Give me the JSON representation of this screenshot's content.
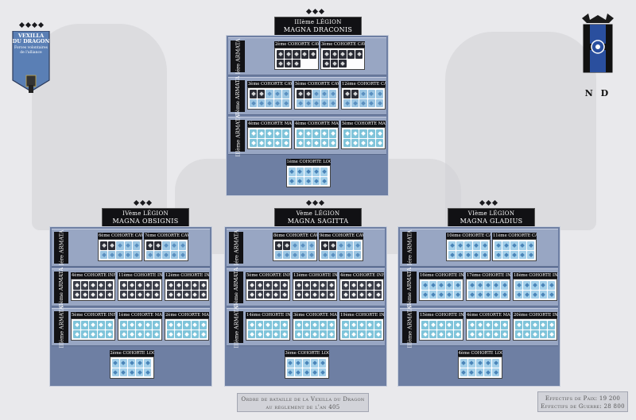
{
  "header_left": {
    "title_line1": "VEXILLA",
    "title_line2": "DU DRAGON",
    "subtitle_line1": "Forces volontaires",
    "subtitle_line2": "de l'alliance"
  },
  "header_right": {
    "logo_text": "N D"
  },
  "legions": [
    {
      "number": "III",
      "sup": "ème",
      "label_suffix": " LÉGION",
      "name": "MAGNA DRACONIS",
      "armatae": [
        {
          "label": "Iére ARMATA",
          "cohorts": [
            {
              "n": "2",
              "title": "COHORTE CAVALERIE DRAKAIRE",
              "kind": "cav"
            },
            {
              "n": "3",
              "title": "COHORTE CAVALERIE DRAKAIRE",
              "kind": "cav"
            }
          ]
        },
        {
          "label": "IIème ARMATA",
          "cohorts": [
            {
              "n": "3",
              "title": "COHORTE CAVALERIE",
              "kind": "cavmix"
            },
            {
              "n": "5",
              "title": "COHORTE CAVALERIE",
              "kind": "cavmix"
            },
            {
              "n": "12",
              "title": "COHORTE CAVALERIE",
              "kind": "cavmix"
            }
          ]
        },
        {
          "label": "IIIème ARMATA",
          "cohorts": [
            {
              "n": "4",
              "title": "COHORTE MAGUS MONTE",
              "kind": "mag"
            },
            {
              "n": "4",
              "title": "COHORTE MAGUS MONTE",
              "kind": "mag"
            },
            {
              "n": "5",
              "title": "COHORTE MAGUS MONTE",
              "kind": "mag"
            }
          ]
        }
      ],
      "logistics": {
        "n": "1",
        "title": "COHORTE LOGISTIQUE"
      }
    },
    {
      "number": "IV",
      "sup": "ème",
      "label_suffix": " LÉGION",
      "name": "MAGNA OBSIGNIS",
      "armatae": [
        {
          "label": "Iére ARMATA",
          "cohorts": [
            {
              "n": "6",
              "title": "COHORTE CAVALERIE",
              "kind": "cavmix"
            },
            {
              "n": "7",
              "title": "COHORTE CAVALERIE",
              "kind": "cavmix"
            }
          ]
        },
        {
          "label": "IIème ARMATA",
          "cohorts": [
            {
              "n": "4",
              "title": "COHORTE INFANTERIE",
              "kind": "inf"
            },
            {
              "n": "11",
              "title": "COHORTE INFANTERIE",
              "kind": "inf"
            },
            {
              "n": "12",
              "title": "COHORTE INFANTERIE",
              "kind": "inf"
            }
          ]
        },
        {
          "label": "IIIème ARMATA",
          "cohorts": [
            {
              "n": "5",
              "title": "COHORTE INFANTERIE",
              "kind": "mag"
            },
            {
              "n": "1",
              "title": "COHORTE MAGUS",
              "kind": "mag"
            },
            {
              "n": "2",
              "title": "COHORTE MAGUS",
              "kind": "mag"
            }
          ]
        }
      ],
      "logistics": {
        "n": "2",
        "title": "COHORTE LOGISTIQUE"
      }
    },
    {
      "number": "V",
      "sup": "ème",
      "label_suffix": " LÉGION",
      "name": "MAGNA SAGITTA",
      "armatae": [
        {
          "label": "Iére ARMATA",
          "cohorts": [
            {
              "n": "8",
              "title": "COHORTE CAVALERIE",
              "kind": "cavmix"
            },
            {
              "n": "9",
              "title": "COHORTE CAVALERIE",
              "kind": "cavmix"
            }
          ]
        },
        {
          "label": "IIème ARMATA",
          "cohorts": [
            {
              "n": "5",
              "title": "COHORTE INFANTERIE",
              "kind": "inf"
            },
            {
              "n": "13",
              "title": "COHORTE INFANTERIE",
              "kind": "inf"
            },
            {
              "n": "4",
              "title": "COHORTE INFANTERIE",
              "kind": "inf"
            }
          ]
        },
        {
          "label": "IIIème ARMATA",
          "cohorts": [
            {
              "n": "14",
              "title": "COHORTE INFANTERIE",
              "kind": "mag"
            },
            {
              "n": "3",
              "title": "COHORTE MAGUS",
              "kind": "mag"
            },
            {
              "n": "19",
              "title": "COHORTE INFANTERIE",
              "kind": "mag"
            }
          ]
        }
      ],
      "logistics": {
        "n": "3",
        "title": "COHORTE LOGISTIQUE"
      }
    },
    {
      "number": "VI",
      "sup": "ème",
      "label_suffix": " LÉGION",
      "name": "MAGNA GLADIUS",
      "armatae": [
        {
          "label": "Iére ARMATA",
          "cohorts": [
            {
              "n": "10",
              "title": "COHORTE CAVALERIE",
              "kind": "light"
            },
            {
              "n": "11",
              "title": "COHORTE CAVALERIE",
              "kind": "light"
            }
          ]
        },
        {
          "label": "IIème ARMATA",
          "cohorts": [
            {
              "n": "16",
              "title": "COHORTE INFANTERIE",
              "kind": "light"
            },
            {
              "n": "17",
              "title": "COHORTE INFANTERIE",
              "kind": "light"
            },
            {
              "n": "18",
              "title": "COHORTE INFANTERIE",
              "kind": "light"
            }
          ]
        },
        {
          "label": "IIIème ARMATA",
          "cohorts": [
            {
              "n": "15",
              "title": "COHORTE INFANTERIE",
              "kind": "mag"
            },
            {
              "n": "4",
              "title": "COHORTE MAGUS",
              "kind": "mag"
            },
            {
              "n": "20",
              "title": "COHORTE INFANTERIE",
              "kind": "mag"
            }
          ]
        }
      ],
      "logistics": {
        "n": "4",
        "title": "COHORTE LOGISTIQUE"
      }
    }
  ],
  "footer": {
    "line1": "Ordre de bataille de la Vexilla du Dragon",
    "line2": "au règlement de l'an 405"
  },
  "strength": {
    "peace": "Effectifs de Paix: 19 200",
    "war": "Effectifs de Guerre: 28 800"
  },
  "colors": {
    "panel": "#6e7fa3",
    "armata": "#98a6c3",
    "label": "#111114",
    "unit_dark": "#2b2d36",
    "unit_light": "#7fc4da"
  }
}
